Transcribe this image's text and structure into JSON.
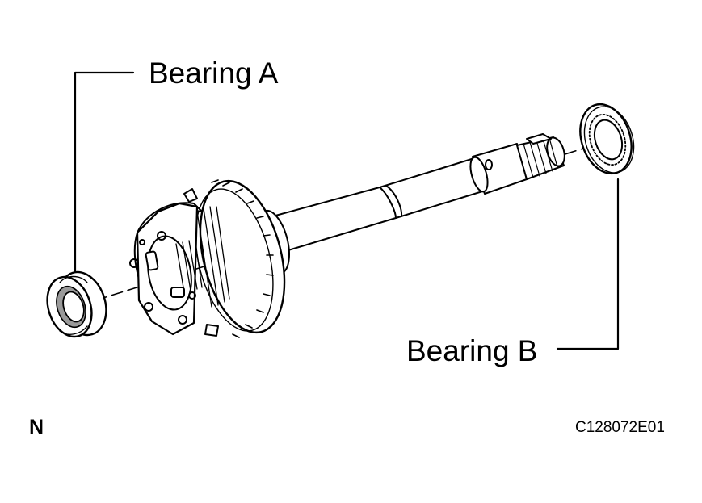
{
  "labels": {
    "bearing_a": "Bearing A",
    "bearing_b": "Bearing B"
  },
  "marker": "N",
  "figure_code": "C128072E01",
  "colors": {
    "line": "#000000",
    "fill": "#ffffff",
    "shade": "#9a9a9a"
  }
}
